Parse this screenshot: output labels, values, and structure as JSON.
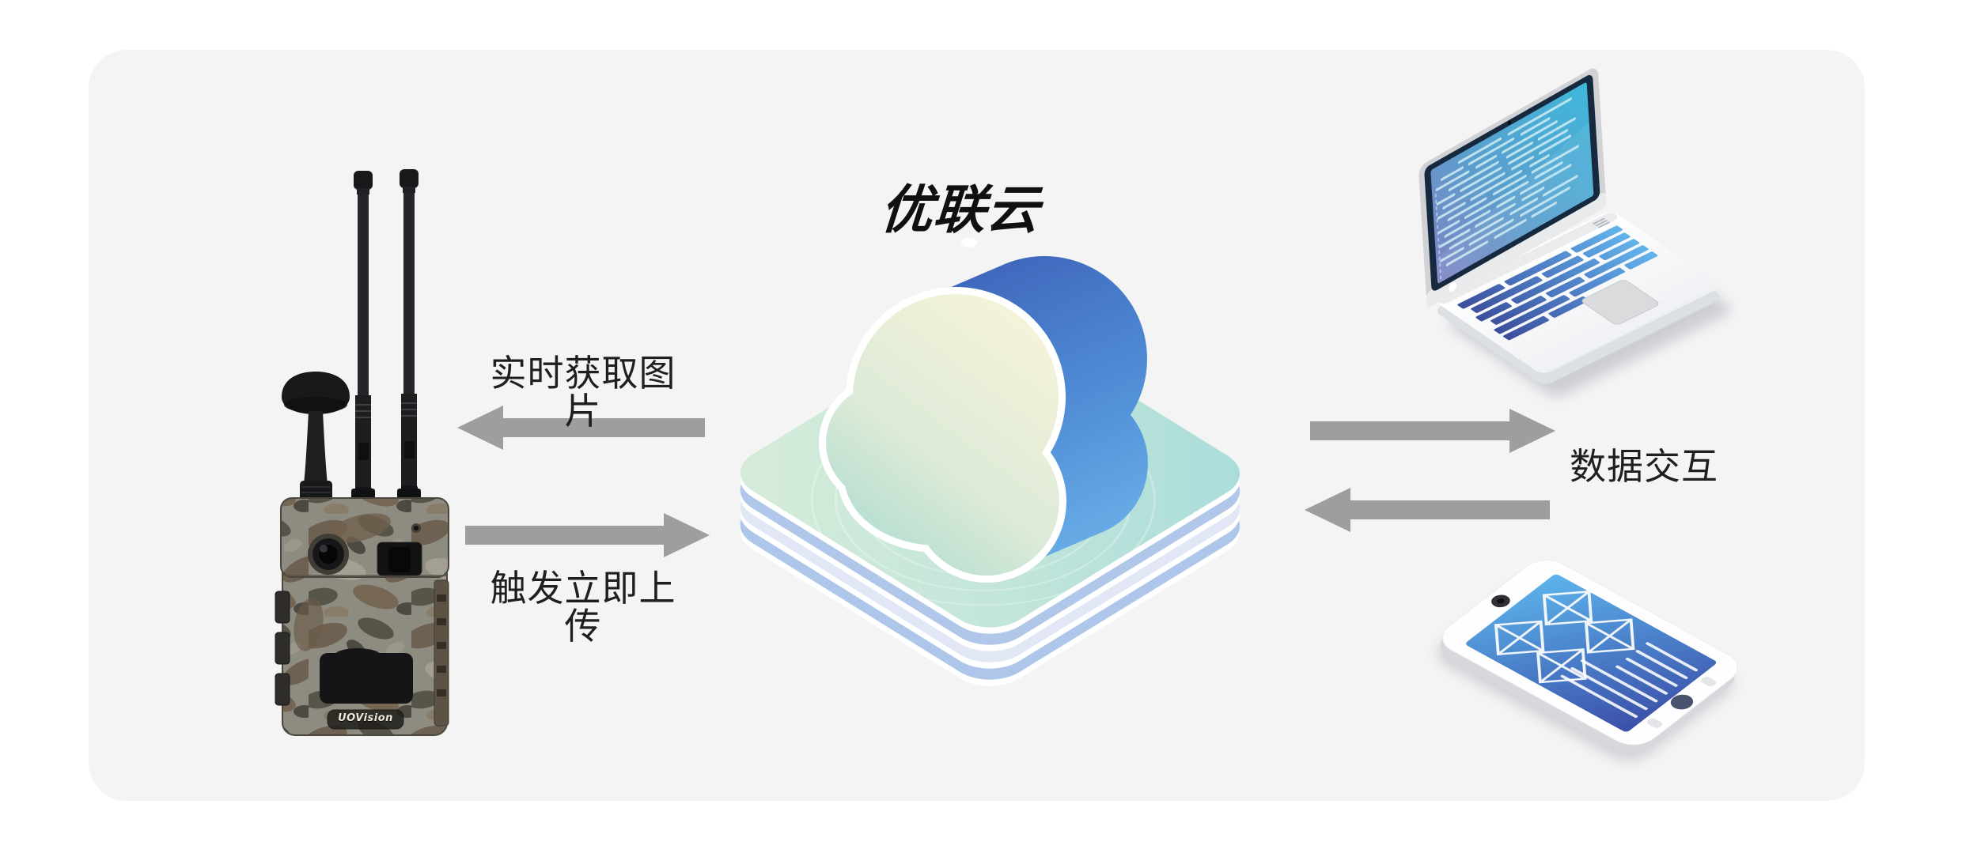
{
  "page": {
    "panel_bg": "#f4f4f5",
    "page_bg": "#ffffff"
  },
  "title": {
    "text": "优联云"
  },
  "connections": {
    "cloud_to_camera_label": "实时获取图片",
    "camera_to_cloud_label": "触发立即上传",
    "cloud_device_label": "数据交互"
  },
  "camera": {
    "brand": "UOVision"
  },
  "nodes": {
    "left": "trail-camera",
    "center": "cloud-platform",
    "top_right": "laptop",
    "bottom_right": "tablet"
  },
  "colors": {
    "arrow": "#9e9e9e",
    "label_text": "#1f1f1f",
    "title_text": "#101010",
    "panel_bg": "#f4f4f5",
    "page_bg": "#ffffff",
    "cloud_front_cream": "#f6f3d9",
    "cloud_side_blue": "#4e8ad4",
    "platform_teal": "#a8dcda",
    "layer_blue": "#aec6e9",
    "layer_lavender": "#e2e7f6",
    "screen_cyan": "#41b6da",
    "screen_indigo": "#3c51a9"
  }
}
